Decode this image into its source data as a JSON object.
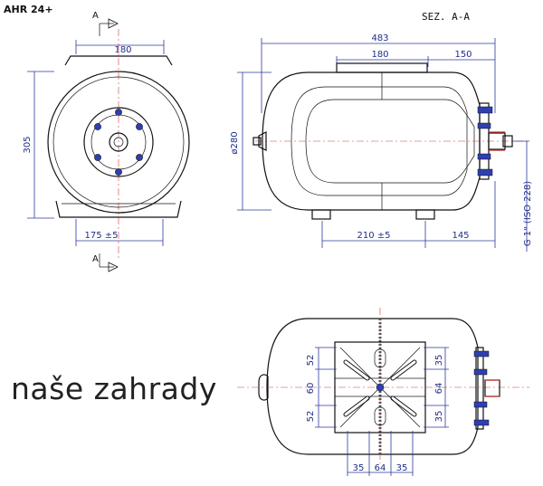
{
  "model": "AHR 24+",
  "section_title": "SEZ. A-A",
  "section_marker": "A",
  "brand": "naše zahrady",
  "dimensions": {
    "front_width": "180",
    "front_height": "305",
    "front_feet": "175 ±5",
    "side_length": "483",
    "side_top": "180",
    "side_right": "150",
    "side_diameter": "ø280",
    "side_feet": "210 ±5",
    "side_foot_right": "145",
    "connection": "G 1\" (ISO 228)",
    "plate_upper": "52",
    "plate_middle": "60",
    "plate_lower": "52",
    "plate_right_upper": "35",
    "plate_right_middle": "64",
    "plate_right_lower": "35",
    "plate_bottom_left": "35",
    "plate_bottom_middle": "64",
    "plate_bottom_right": "35"
  },
  "colors": {
    "dimension": "#1f2d8a",
    "outline": "#111111",
    "centerline": "#d23b3b",
    "bolt": "#2f3fb0"
  }
}
